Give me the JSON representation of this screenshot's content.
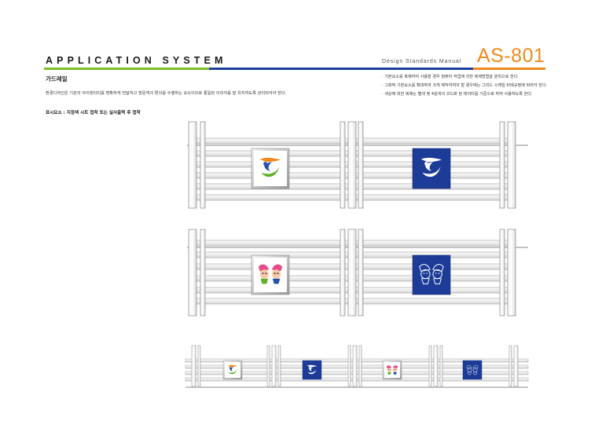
{
  "header": {
    "title": "APPLICATION SYSTEM",
    "manual_label": "Design Standards Manual",
    "code": "AS-801",
    "colors": {
      "green": "#7bbf26",
      "blue": "#1d3f9e",
      "orange": "#f08a1c"
    }
  },
  "section": {
    "title": "가드레일",
    "description": "환경디자인은 기관의 아이덴티티를 명확하게 전달하고 방문객의 편의를 수행하는 요소이므로 통일된 이미지를 잘 유지하도록 관리되어야 한다.",
    "display_method": "표시요소 : 지정색 시트 접착 또는 실사출력 후 접착"
  },
  "notes": [
    "· 기본요소를 복제하여 사용할 경우 컴퓨터 작업에 의한 복제방법을 원칙으로 한다.",
    "· 그래픽 기본요소를 확대하여 크게 제작하여야 할 경우에는 그리드 스케일 비례규정에 따라야 한다.",
    "· 색상에 대한 복제는 별색 및 4원색의 코드화 된 데이터를 기준으로 하여 사용하도록 한다."
  ],
  "drawings": {
    "emblem_colors": {
      "orange": "#f08a1c",
      "blue": "#2452a8",
      "green": "#5fb02a",
      "panel_blue": "#1c3c98"
    },
    "rows": [
      {
        "name": "row-1-symbol",
        "panels": [
          "symbol-color",
          "symbol-white-on-blue"
        ]
      },
      {
        "name": "row-2-mascot",
        "panels": [
          "mascot-color",
          "mascot-outline-on-blue"
        ]
      },
      {
        "name": "row-3-small",
        "panels": [
          "symbol-color",
          "symbol-white-on-blue",
          "mascot-color",
          "mascot-outline-on-blue"
        ]
      }
    ]
  }
}
